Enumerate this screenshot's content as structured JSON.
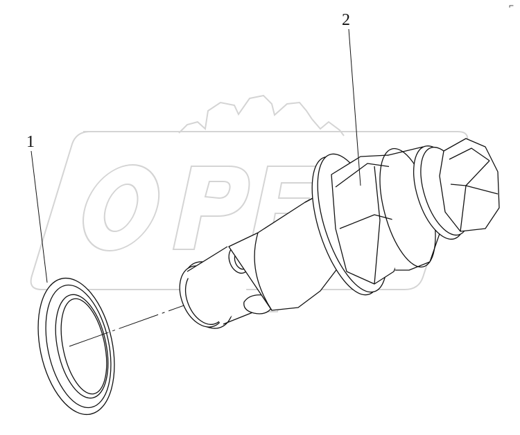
{
  "callouts": [
    {
      "label": "1",
      "part": "sealing-washer"
    },
    {
      "label": "2",
      "part": "valve-assembly"
    }
  ],
  "watermark": {
    "text": "OPEX",
    "icon": "gear-icon",
    "color": "#d9d9d9"
  },
  "corner_mark": "⌐",
  "colors": {
    "line": "#111111",
    "background": "#ffffff"
  }
}
